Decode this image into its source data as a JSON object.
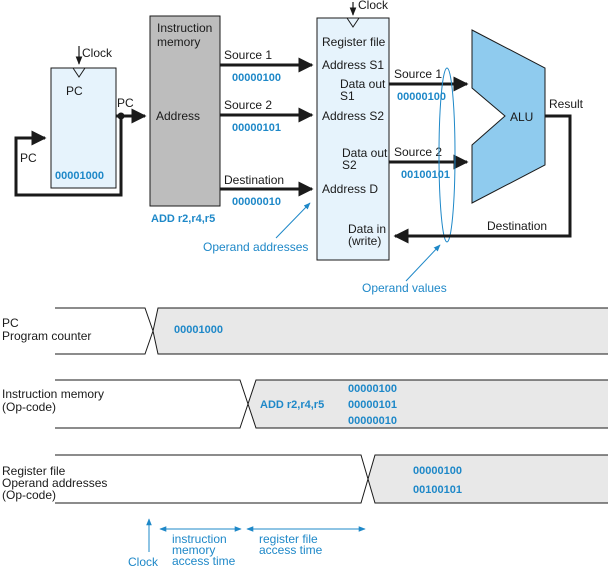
{
  "colors": {
    "accent": "#1e88c8",
    "block_fill": "#e6f3fc",
    "memory_fill": "#bdbdbd",
    "alu_fill": "#8fcbee",
    "timeline_fill": "#e8e8e8"
  },
  "clock_label": "Clock",
  "pc": {
    "title": "PC",
    "value": "00001000",
    "out_label": "PC",
    "feedback_label": "PC"
  },
  "instruction_memory": {
    "title_line1": "Instruction",
    "title_line2": "memory",
    "address_label": "Address",
    "instruction": "ADD r2,r4,r5"
  },
  "buses": {
    "source1_label": "Source 1",
    "source1_value": "00000100",
    "source2_label": "Source 2",
    "source2_value": "00000101",
    "destination_label": "Destination",
    "destination_value": "00000010"
  },
  "register_file": {
    "title": "Register file",
    "address_s1": "Address S1",
    "address_s2": "Address S2",
    "address_d": "Address D",
    "data_out_s1_line1": "Data out",
    "data_out_s1_line2": "S1",
    "data_out_s2_line1": "Data out",
    "data_out_s2_line2": "S2",
    "data_in_line1": "Data in",
    "data_in_line2": "(write)"
  },
  "outputs": {
    "source1_label": "Source 1",
    "source1_value": "00000100",
    "source2_label": "Source 2",
    "source2_value": "00100101"
  },
  "alu": {
    "title": "ALU",
    "result_label": "Result",
    "destination_label": "Destination"
  },
  "annotations": {
    "operand_addresses": "Operand addresses",
    "operand_values": "Operand values"
  },
  "timeline": {
    "row1": {
      "label_line1": "PC",
      "label_line2": "Program counter",
      "value": "00001000"
    },
    "row2": {
      "label_line1": "Instruction memory",
      "label_line2": "(Op-code)",
      "instruction": "ADD r2,r4,r5",
      "values": [
        "00000100",
        "00000101",
        "00000010"
      ]
    },
    "row3": {
      "label_line1": "Register file",
      "label_line2": "Operand addresses",
      "label_line3": "(Op-code)",
      "values": [
        "00000100",
        "00100101"
      ]
    },
    "clock_label": "Clock",
    "instr_time_line1": "instruction",
    "instr_time_line2": "memory",
    "instr_time_line3": "access time",
    "reg_time_line1": "register file",
    "reg_time_line2": "access time"
  }
}
